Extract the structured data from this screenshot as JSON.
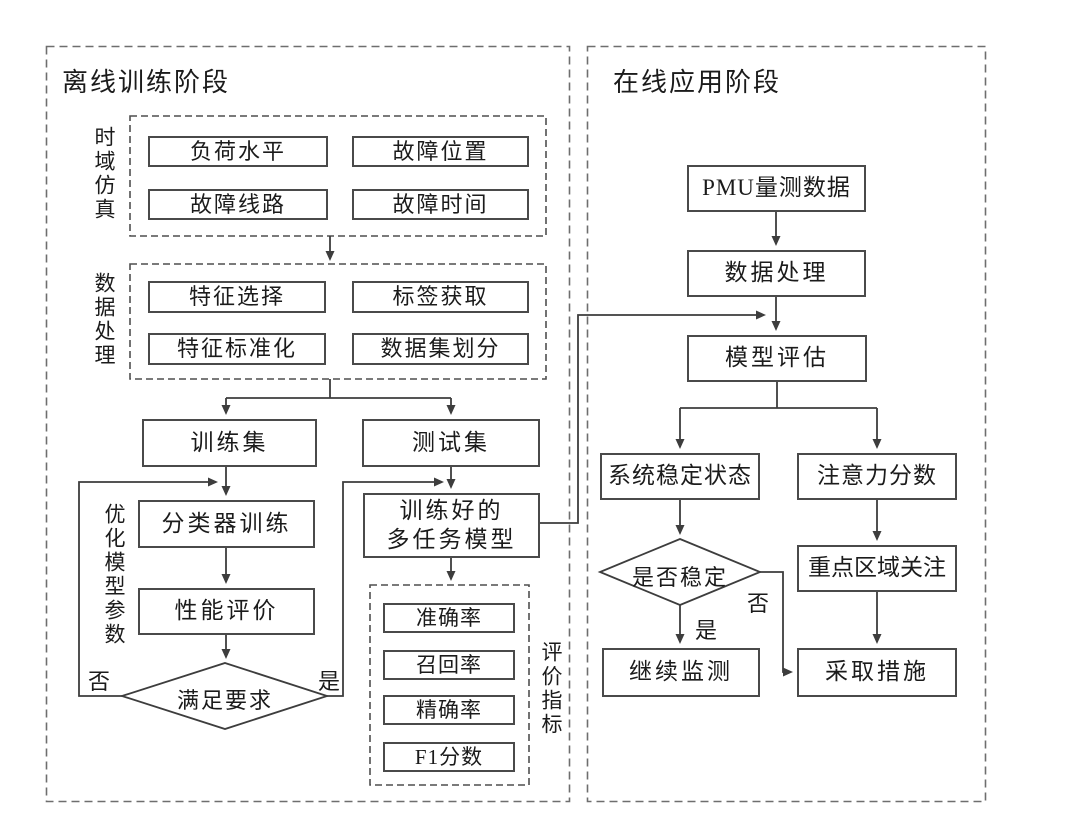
{
  "diagram": {
    "colors": {
      "line": "#3d3d3d",
      "box_border": "#4a4a4a",
      "dash_outer": "#6e6e6e",
      "dash_inner": "#4f4f4f",
      "text": "#1b1b1b",
      "background": "#ffffff"
    },
    "left_panel": {
      "title": "离线训练阶段",
      "sim_group": {
        "label": "时域仿真",
        "boxes": [
          "负荷水平",
          "故障位置",
          "故障线路",
          "故障时间"
        ]
      },
      "data_group": {
        "label": "数据处理",
        "boxes": [
          "特征选择",
          "标签获取",
          "特征标准化",
          "数据集划分"
        ]
      },
      "train_set": "训练集",
      "test_set": "测试集",
      "classifier_training": "分类器训练",
      "performance_eval": "性能评价",
      "decision": "满足要求",
      "decision_no": "否",
      "decision_yes": "是",
      "loop_label": "优化模型参数",
      "trained_model": {
        "line1": "训练好的",
        "line2": "多任务模型"
      },
      "metrics_group": {
        "label": "评价指标",
        "boxes": [
          "准确率",
          "召回率",
          "精确率",
          "F1分数"
        ]
      }
    },
    "right_panel": {
      "title": "在线应用阶段",
      "pmu_data": "PMU量测数据",
      "data_processing": "数据处理",
      "model_eval": "模型评估",
      "system_state": "系统稳定状态",
      "attention_score": "注意力分数",
      "decision": "是否稳定",
      "decision_yes": "是",
      "decision_no": "否",
      "continue_monitoring": "继续监测",
      "key_area": "重点区域关注",
      "take_measures": "采取措施"
    }
  }
}
